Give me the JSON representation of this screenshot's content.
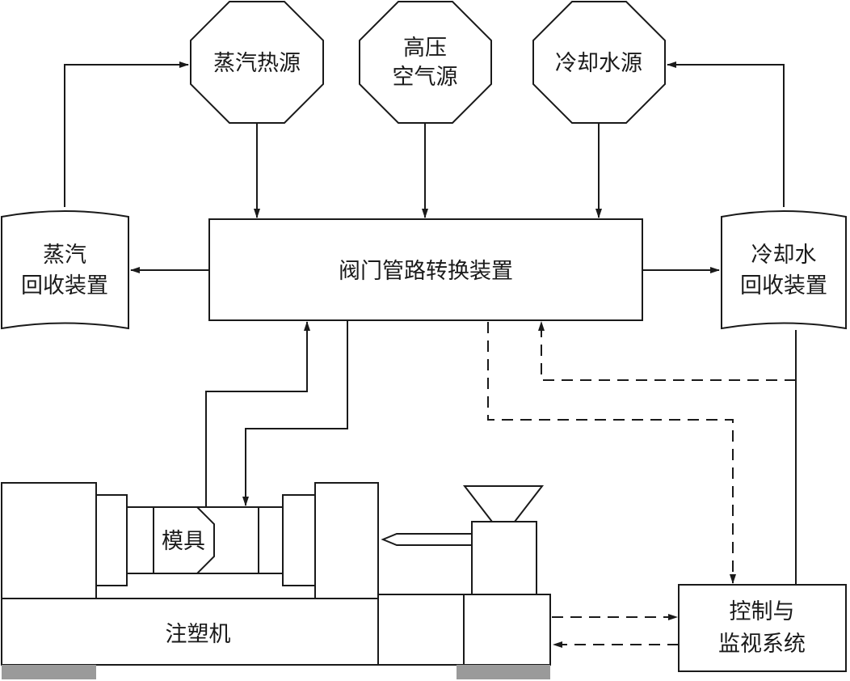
{
  "colors": {
    "stroke": "#1a1a1a",
    "foot": "#9a9a9a",
    "background": "#ffffff"
  },
  "sources": {
    "steam_heat": "蒸汽热源",
    "air_line1": "高压",
    "air_line2": "空气源",
    "cooling_water": "冷却水源"
  },
  "valve_unit": "阀门管路转换装置",
  "steam_recovery": {
    "line1": "蒸汽",
    "line2": "回收装置"
  },
  "water_recovery": {
    "line1": "冷却水",
    "line2": "回收装置"
  },
  "control_system": {
    "line1": "控制与",
    "line2": "监视系统"
  },
  "machine": {
    "mold": "模具",
    "body": "注塑机"
  }
}
